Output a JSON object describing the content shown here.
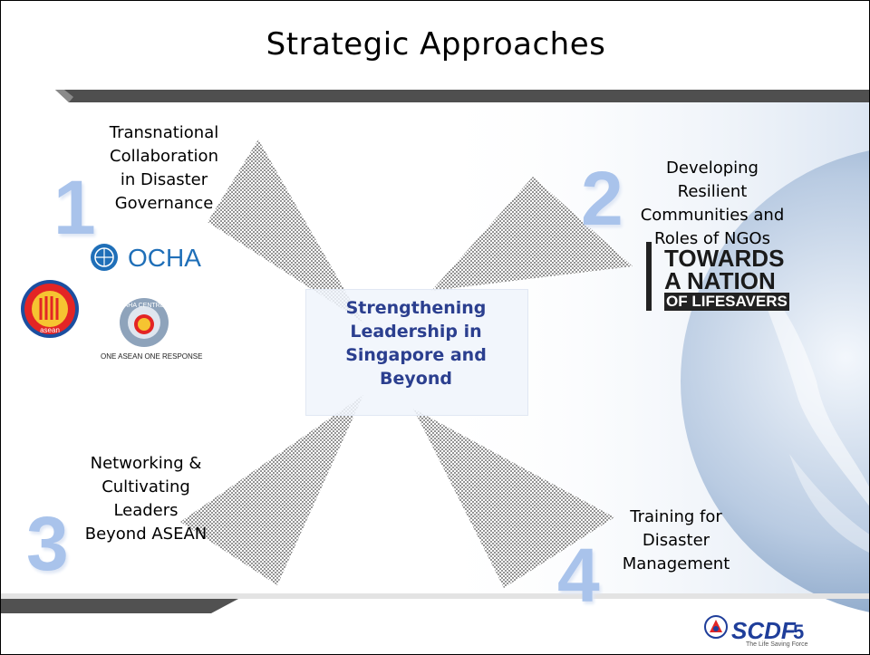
{
  "slide": {
    "title": "Strategic Approaches",
    "center_text": [
      "Strengthening",
      "Leadership in",
      "Singapore and",
      "Beyond"
    ],
    "approaches": [
      {
        "number": "1",
        "lines": [
          "Transnational",
          "Collaboration",
          "in Disaster",
          "Governance"
        ]
      },
      {
        "number": "2",
        "lines": [
          "Developing",
          "Resilient",
          "Communities and",
          "Roles of NGOs"
        ]
      },
      {
        "number": "3",
        "lines": [
          "Networking &",
          "Cultivating",
          "Leaders",
          "Beyond ASEAN"
        ]
      },
      {
        "number": "4",
        "lines": [
          "Training for",
          "Disaster",
          "Management"
        ]
      }
    ],
    "logos": {
      "ocha": "OCHA",
      "asean_caption": "ONE ASEAN ONE RESPONSE",
      "towards": [
        "TOWARDS",
        "A NATION",
        "OF LIFESAVERS"
      ],
      "scdf": "SCDF",
      "scdf_tagline": "The Life Saving Force"
    },
    "page_number": "5",
    "colors": {
      "accent_text": "#2b3f8f",
      "number_color": "#a9c3eb",
      "band_dark": "#555555",
      "arrow_fill": "#a9a9a9"
    }
  }
}
